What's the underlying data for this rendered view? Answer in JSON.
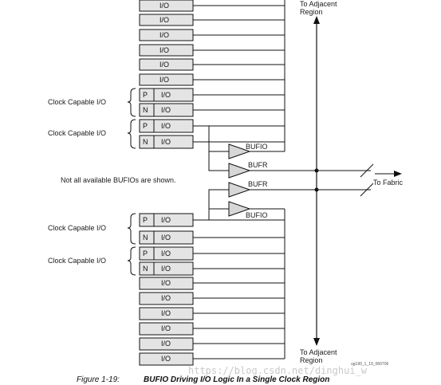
{
  "regions": {
    "top": [
      "To Adjacent",
      "Region"
    ],
    "bottom": [
      "To Adjacent",
      "Region"
    ]
  },
  "io": {
    "io_label": "I/O",
    "p_label": "P",
    "n_label": "N",
    "clock_capable_label": "Clock Capable I/O"
  },
  "buffers": {
    "bufio": "BUFIO",
    "bufr": "BUFR"
  },
  "notes": {
    "not_all": "Not all available BUFIOs are shown.",
    "to_fabric": "To Fabric",
    "fig_id": "ug190_1_19_060706"
  },
  "caption": {
    "number": "Figure 1-19:",
    "title": "BUFIO Driving I/O Logic In a Single Clock Region"
  },
  "watermark": "https://blog.csdn.net/dinghui_w",
  "colors": {
    "box_fill": "#e4e4e4",
    "triangle_fill": "#d7d7d7",
    "line": "#111111"
  }
}
